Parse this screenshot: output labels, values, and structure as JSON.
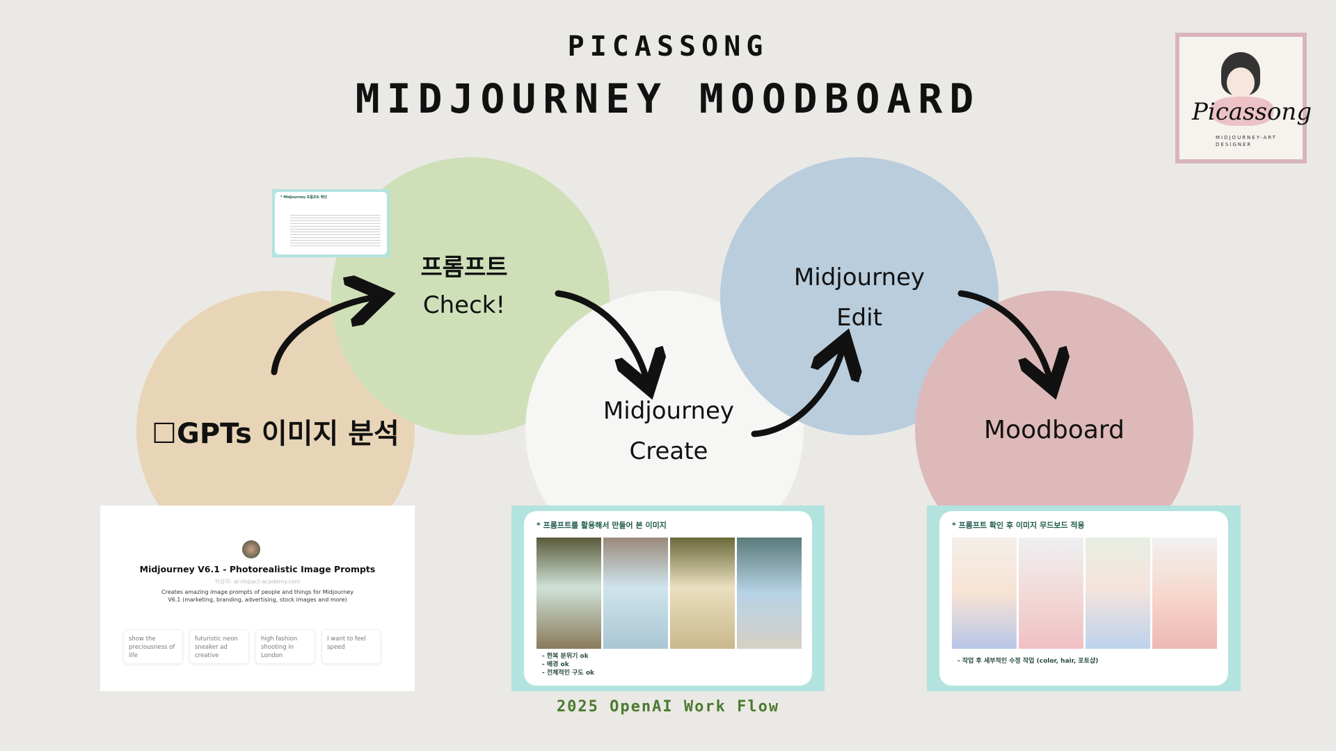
{
  "header": {
    "brand": "PICASSONG",
    "title": "MIDJOURNEY MOODBOARD"
  },
  "logo": {
    "script": "Picassong",
    "line1": "MIDJOURNEY-ART",
    "line2": "DESIGNER"
  },
  "steps": [
    {
      "label": "☐GPTs 이미지 분석",
      "color": "#e8d5b7"
    },
    {
      "line1": "프롬프트",
      "line2": "Check!",
      "color": "#cfe0b9"
    },
    {
      "line1": "Midjourney",
      "line2": "Create",
      "color": "#f6f6f5"
    },
    {
      "line1": "Midjourney",
      "line2": "Edit",
      "color": "#b9cddd"
    },
    {
      "label": "Moodboard",
      "color": "#ddb9b9"
    }
  ],
  "gpt_panel": {
    "title": "Midjourney V6.1 - Photorealistic Image Prompts",
    "author": "작성자: ai-impact-academy.com",
    "description_1": "Creates amazing image prompts of people and things for Midjourney",
    "description_2": "V6.1 (marketing, branding, advertising, stock images and more)",
    "suggestions": [
      "show the preciousness of life",
      "futuristic neon sneaker ad creative",
      "high fashion shooting in London",
      "I want to feel speed"
    ]
  },
  "prompt_check_thumb": {
    "title": "* Midjourney 프롬프트 확인"
  },
  "create_panel": {
    "heading": "* 프롬프트를 활용해서 만들어 본 이미지",
    "notes": [
      "- 한복 분위기 ok",
      "- 배경 ok",
      "- 전체적인 구도 ok"
    ]
  },
  "moodboard_panel": {
    "heading": "* 프롬프트 확인 후 이미지 무드보드 적용",
    "notes": [
      "- 작업 후 세부적인 수정 작업 (color, hair, 포토샵)"
    ]
  },
  "footer": "2025 OpenAI Work Flow",
  "colors": {
    "background": "#ebe9e5",
    "panel_border": "#b3e3df",
    "footer": "#4b7a2f"
  }
}
